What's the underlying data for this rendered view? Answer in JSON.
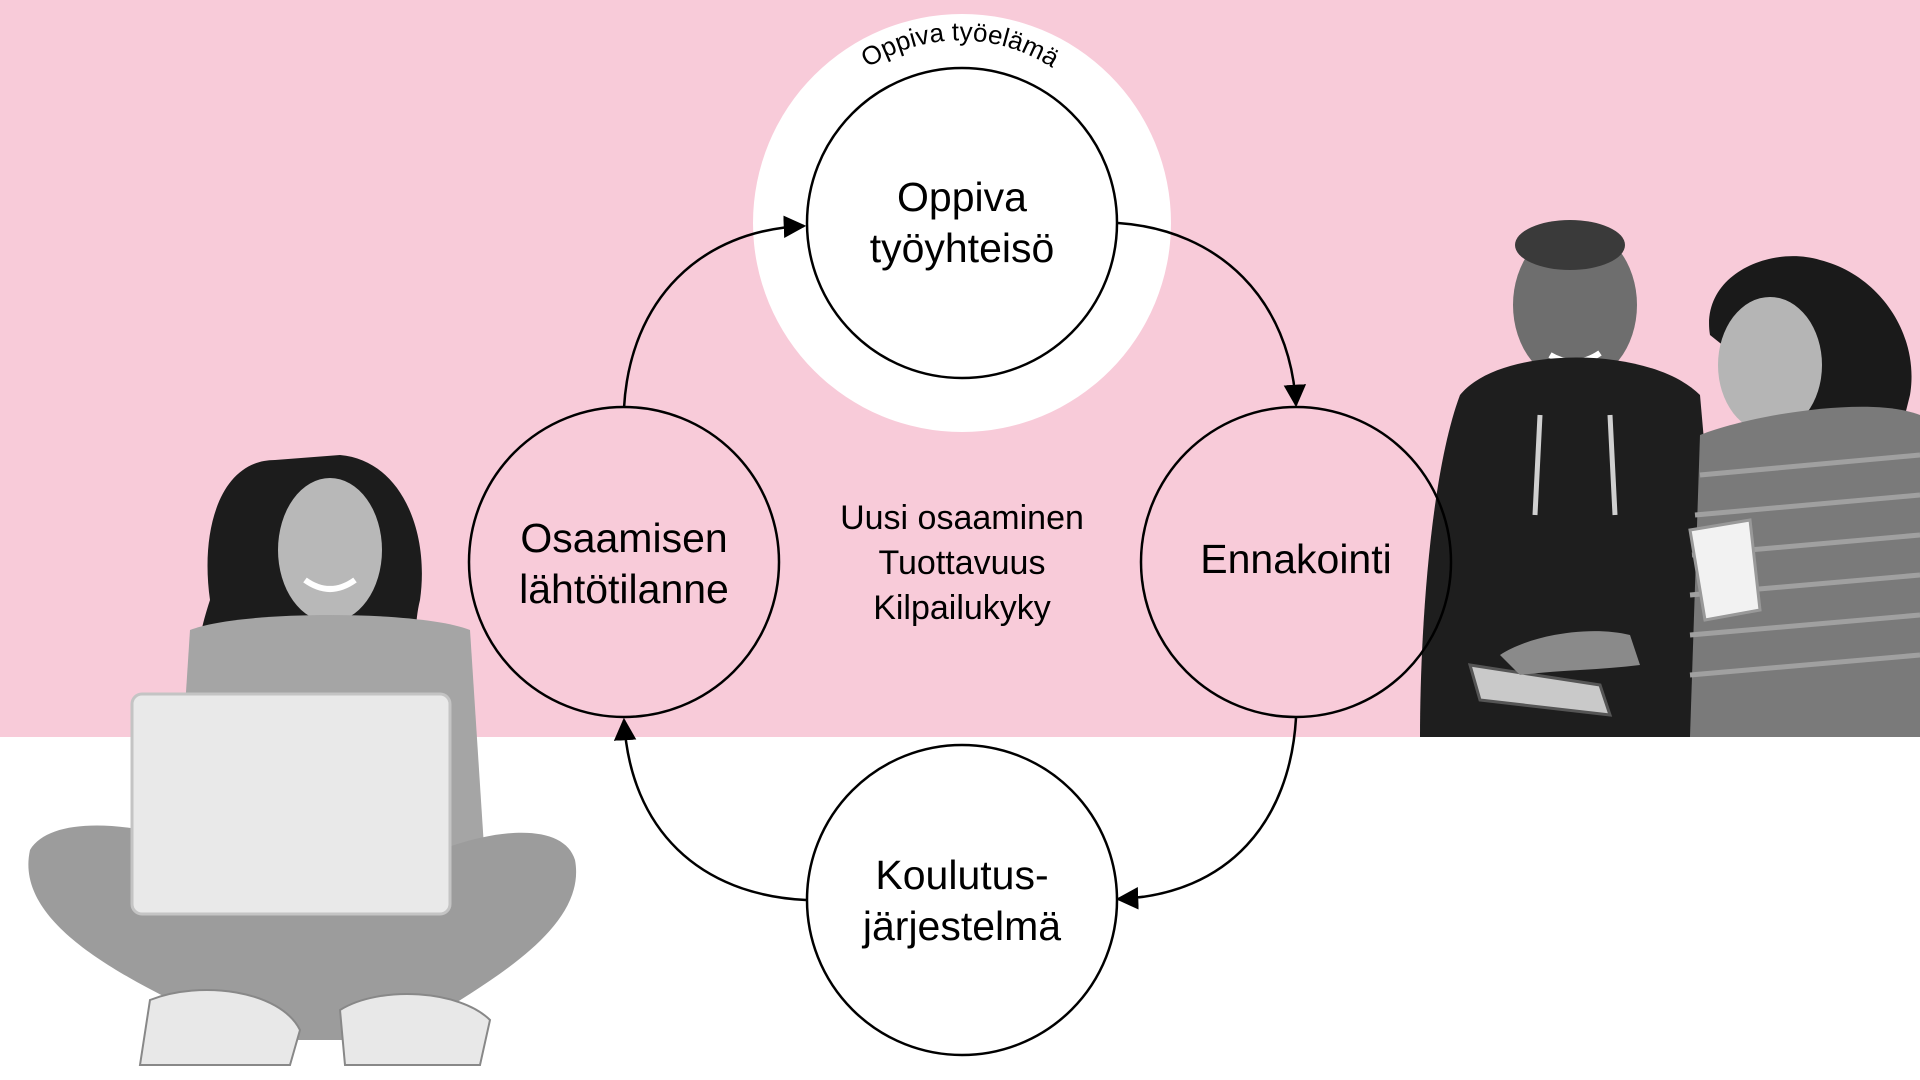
{
  "colors": {
    "band": "#f8cbd9",
    "background": "#ffffff",
    "stroke": "#000000",
    "photo_gray": "#8a8a8a"
  },
  "ring": {
    "label": "Oppiva työelämä"
  },
  "nodes": {
    "top": {
      "line1": "Oppiva",
      "line2": "työyhteisö"
    },
    "right": {
      "line1": "Ennakointi"
    },
    "bottom": {
      "line1": "Koulutus-",
      "line2": "järjestelmä"
    },
    "left": {
      "line1": "Osaamisen",
      "line2": "lähtötilanne"
    }
  },
  "center": {
    "lines": [
      "Uusi osaaminen",
      "Tuottavuus",
      "Kilpailukyky"
    ]
  },
  "photos": [
    {
      "name": "woman-with-laptop-photo",
      "description": ""
    },
    {
      "name": "two-people-with-phone-photo",
      "description": ""
    }
  ]
}
